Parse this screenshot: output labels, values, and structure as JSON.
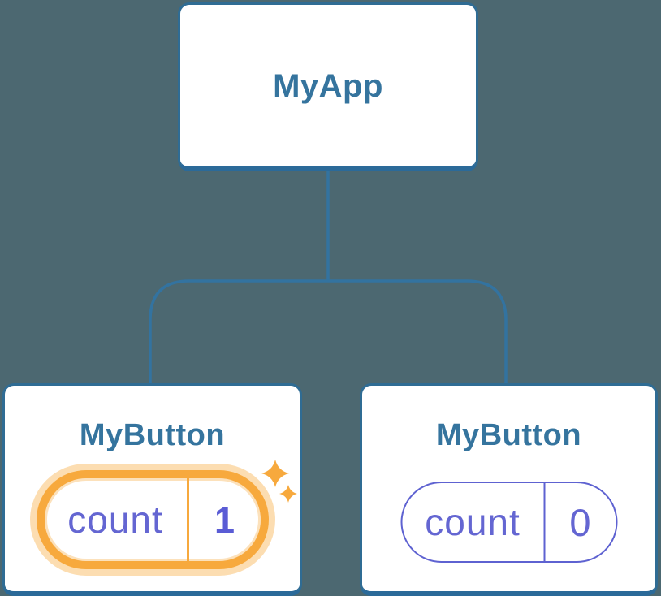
{
  "tree": {
    "root": {
      "label": "MyApp"
    },
    "children": [
      {
        "label": "MyButton",
        "state_key": "count",
        "state_value": "1",
        "highlighted": true
      },
      {
        "label": "MyButton",
        "state_key": "count",
        "state_value": "0",
        "highlighted": false
      }
    ]
  },
  "icons": {
    "sparkle": "sparkle-icon"
  },
  "colors": {
    "background": "#4C6871",
    "node_fill": "#FFFFFF",
    "node_border": "#2F6C94",
    "node_label_text": "#35749E",
    "connector_line": "#3373A0",
    "state_key_text": "#6466D2",
    "state_pill_border": "#5E62D1",
    "state_value_active_text": "#5A5CD5",
    "highlight_orange": "#F7A93D"
  }
}
